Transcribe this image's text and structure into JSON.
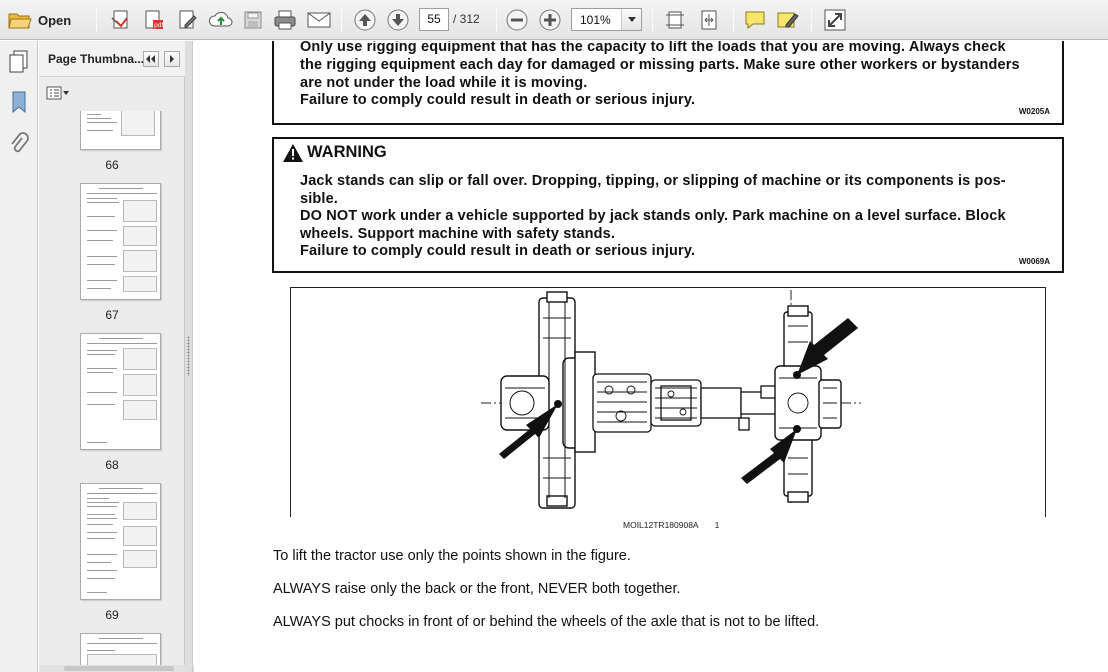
{
  "toolbar": {
    "open_label": "Open",
    "current_page": "55",
    "total_pages": "/ 312",
    "zoom": "101%"
  },
  "sidebar": {
    "title": "Page Thumbna...",
    "thumbnails": [
      {
        "page": "66"
      },
      {
        "page": "67"
      },
      {
        "page": "68"
      },
      {
        "page": "69"
      }
    ]
  },
  "document": {
    "rigging_lines": [
      "Only use rigging equipment that has the capacity to lift the loads that you are moving. Always check",
      "the rigging equipment each day for damaged or missing parts. Make sure other workers or bystanders",
      "are not under the load while it is moving.",
      "Failure to comply could result in death or serious injury."
    ],
    "rigging_code": "W0205A",
    "warning": {
      "title": "WARNING",
      "lines": [
        "Jack stands can slip or fall over. Dropping, tipping, or slipping of machine or its components is pos-",
        "sible.",
        "DO NOT work under a vehicle supported by jack stands only. Park machine on a level surface. Block",
        "wheels.  Support machine with safety stands.",
        "Failure to comply could result in death or serious injury."
      ],
      "code": "W0069A"
    },
    "figure_caption": "MOIL12TR180908A",
    "figure_number": "1",
    "paragraphs": [
      "To lift the tractor use only the points shown in the figure.",
      "ALWAYS raise only the back or the front, NEVER both together.",
      "ALWAYS put chocks in front of or behind the wheels of the axle that is not to be lifted."
    ]
  },
  "colors": {
    "toolbar_bg": "#e9e9e9",
    "panel_bg": "#ececec",
    "text": "#111111"
  },
  "icons": [
    "open-folder-icon",
    "create-pdf-icon",
    "export-pdf-icon",
    "edit-icon",
    "upload-icon",
    "save-icon",
    "print-icon",
    "email-icon",
    "prev-page-icon",
    "next-page-icon",
    "zoom-out-icon",
    "zoom-in-icon",
    "dropdown-icon",
    "fit-page-icon",
    "fit-width-icon",
    "comment-icon",
    "highlight-icon",
    "fullscreen-icon",
    "pages-icon",
    "bookmark-icon",
    "attachment-icon",
    "warning-triangle-icon"
  ]
}
